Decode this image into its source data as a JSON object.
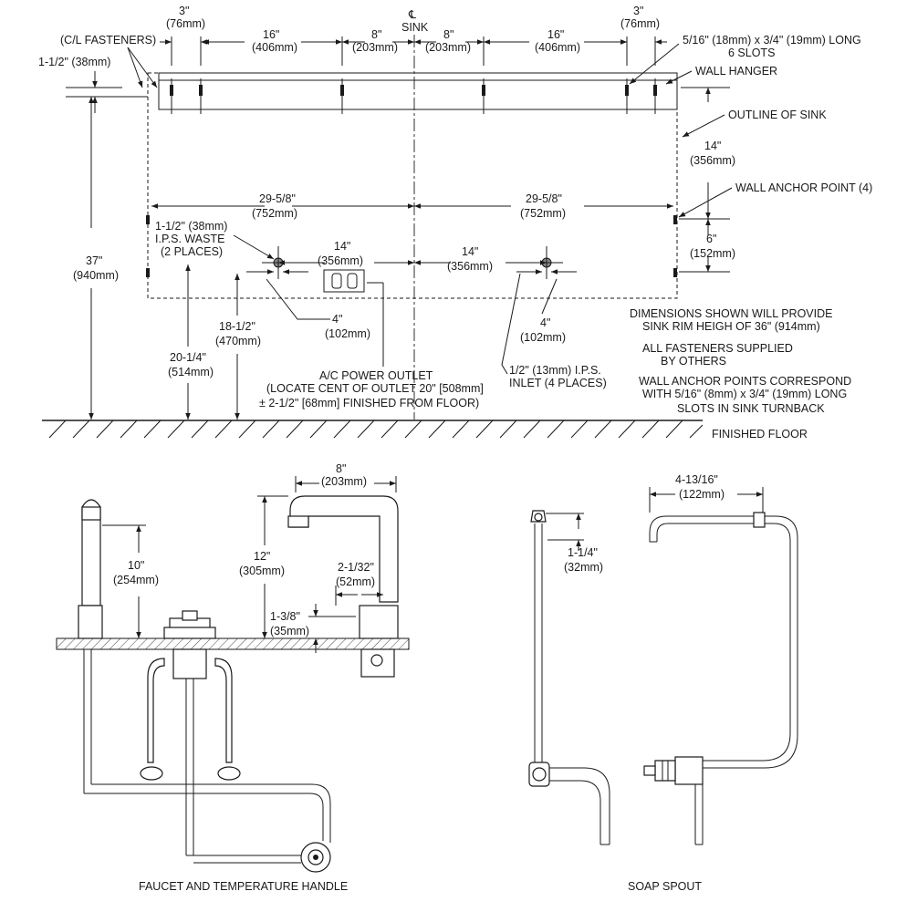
{
  "top_view": {
    "centerline_symbol": "℄",
    "sink_label": "SINK",
    "dims_top": {
      "d3_left": "3\"",
      "d3_left_mm": "(76mm)",
      "d16_left": "16\"",
      "d16_left_mm": "(406mm)",
      "d8_left": "8\"",
      "d8_left_mm": "(203mm)",
      "d8_right": "8\"",
      "d8_right_mm": "(203mm)",
      "d16_right": "16\"",
      "d16_right_mm": "(406mm)",
      "d3_right": "3\"",
      "d3_right_mm": "(76mm)"
    },
    "cl_fasteners": "(C/L FASTENERS)",
    "d1_5": "1-1/2\" (38mm)",
    "slots_line1": "5/16\" (18mm) x 3/4\" (19mm) LONG",
    "slots_line2": "6 SLOTS",
    "wall_hanger": "WALL HANGER",
    "outline_of_sink": "OUTLINE OF SINK",
    "d14_side": "14\"",
    "d14_side_mm": "(356mm)",
    "wall_anchor": "WALL ANCHOR POINT (4)",
    "d29_left": "29-5/8\"",
    "d29_left_mm": "(752mm)",
    "d29_right": "29-5/8\"",
    "d29_right_mm": "(752mm)",
    "waste_line1": "1-1/2\" (38mm)",
    "waste_line2": "I.P.S. WASTE",
    "waste_line3": "(2 PLACES)",
    "d14_mid_left": "14\"",
    "d14_mid_left_mm": "(356mm)",
    "d14_mid_right": "14\"",
    "d14_mid_right_mm": "(356mm)",
    "d6": "6\"",
    "d6_mm": "(152mm)",
    "d37": "37\"",
    "d37_mm": "(940mm)",
    "d4_left": "4\"",
    "d4_left_mm": "(102mm)",
    "d4_right": "4\"",
    "d4_right_mm": "(102mm)",
    "d18": "18-1/2\"",
    "d18_mm": "(470mm)",
    "d20": "20-1/4\"",
    "d20_mm": "(514mm)",
    "power_line1": "A/C POWER OUTLET",
    "power_line2": "(LOCATE CENT OF OUTLET 20\" [508mm]",
    "power_line3": "± 2-1/2\" [68mm] FINISHED FROM FLOOR)",
    "inlet_line1": "1/2\" (13mm) I.P.S.",
    "inlet_line2": "INLET (4 PLACES)",
    "note1_line1": "DIMENSIONS SHOWN WILL PROVIDE",
    "note1_line2": "SINK RIM HEIGH OF 36\" (914mm)",
    "note2_line1": "ALL FASTENERS SUPPLIED",
    "note2_line2": "BY OTHERS",
    "note3_line1": "WALL ANCHOR POINTS CORRESPOND",
    "note3_line2": "WITH 5/16\" (8mm) x 3/4\" (19mm) LONG",
    "note3_line3": "SLOTS IN SINK TURNBACK",
    "finished_floor": "FINISHED FLOOR"
  },
  "faucet_view": {
    "d8": "8\"",
    "d8_mm": "(203mm)",
    "d10": "10\"",
    "d10_mm": "(254mm)",
    "d12": "12\"",
    "d12_mm": "(305mm)",
    "d2": "2-1/32\"",
    "d2_mm": "(52mm)",
    "d1_3": "1-3/8\"",
    "d1_3_mm": "(35mm)",
    "caption": "FAUCET AND TEMPERATURE HANDLE"
  },
  "soap_view": {
    "d4": "4-13/16\"",
    "d4_mm": "(122mm)",
    "d1_1": "1-1/4\"",
    "d1_1_mm": "(32mm)",
    "caption": "SOAP SPOUT"
  }
}
